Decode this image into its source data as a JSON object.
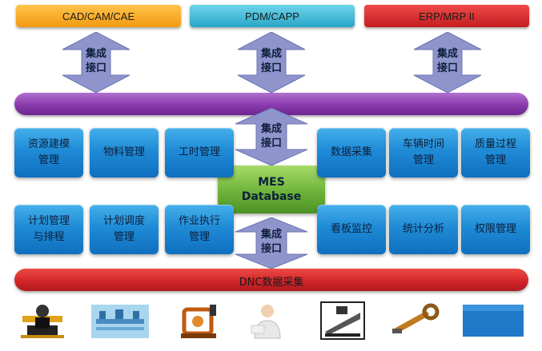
{
  "top_systems": [
    {
      "label": "CAD/CAM/CAE",
      "color": "#f5a020"
    },
    {
      "label": "PDM/CAPP",
      "color": "#38b6d6"
    },
    {
      "label": "ERP/MRP II",
      "color": "#d8262a"
    }
  ],
  "interface_label": "集成\n接口",
  "modules_left_top": [
    "资源建模\n管理",
    "物料管理",
    "工时管理"
  ],
  "modules_right_top": [
    "数据采集",
    "车辆时间\n管理",
    "质量过程\n管理"
  ],
  "modules_left_bottom": [
    "计划管理\n与排程",
    "计划调度\n管理",
    "作业执行\n管理"
  ],
  "modules_right_bottom": [
    "看板监控",
    "统计分析",
    "权限管理"
  ],
  "database": {
    "line1": "MES",
    "line2": "Database"
  },
  "dnc_label": "DNC数据采集",
  "colors": {
    "purple_band": "#8e3fb0",
    "red_band": "#d42a2a",
    "arrow": "#8a90c8",
    "module": "#1f8bd6"
  },
  "equipment_icons": [
    "machinist-icon",
    "factory-line-icon",
    "robot-arm-icon",
    "engineer-icon",
    "lathe-machine-icon",
    "wrench-icon",
    "blue-panel-icon"
  ]
}
